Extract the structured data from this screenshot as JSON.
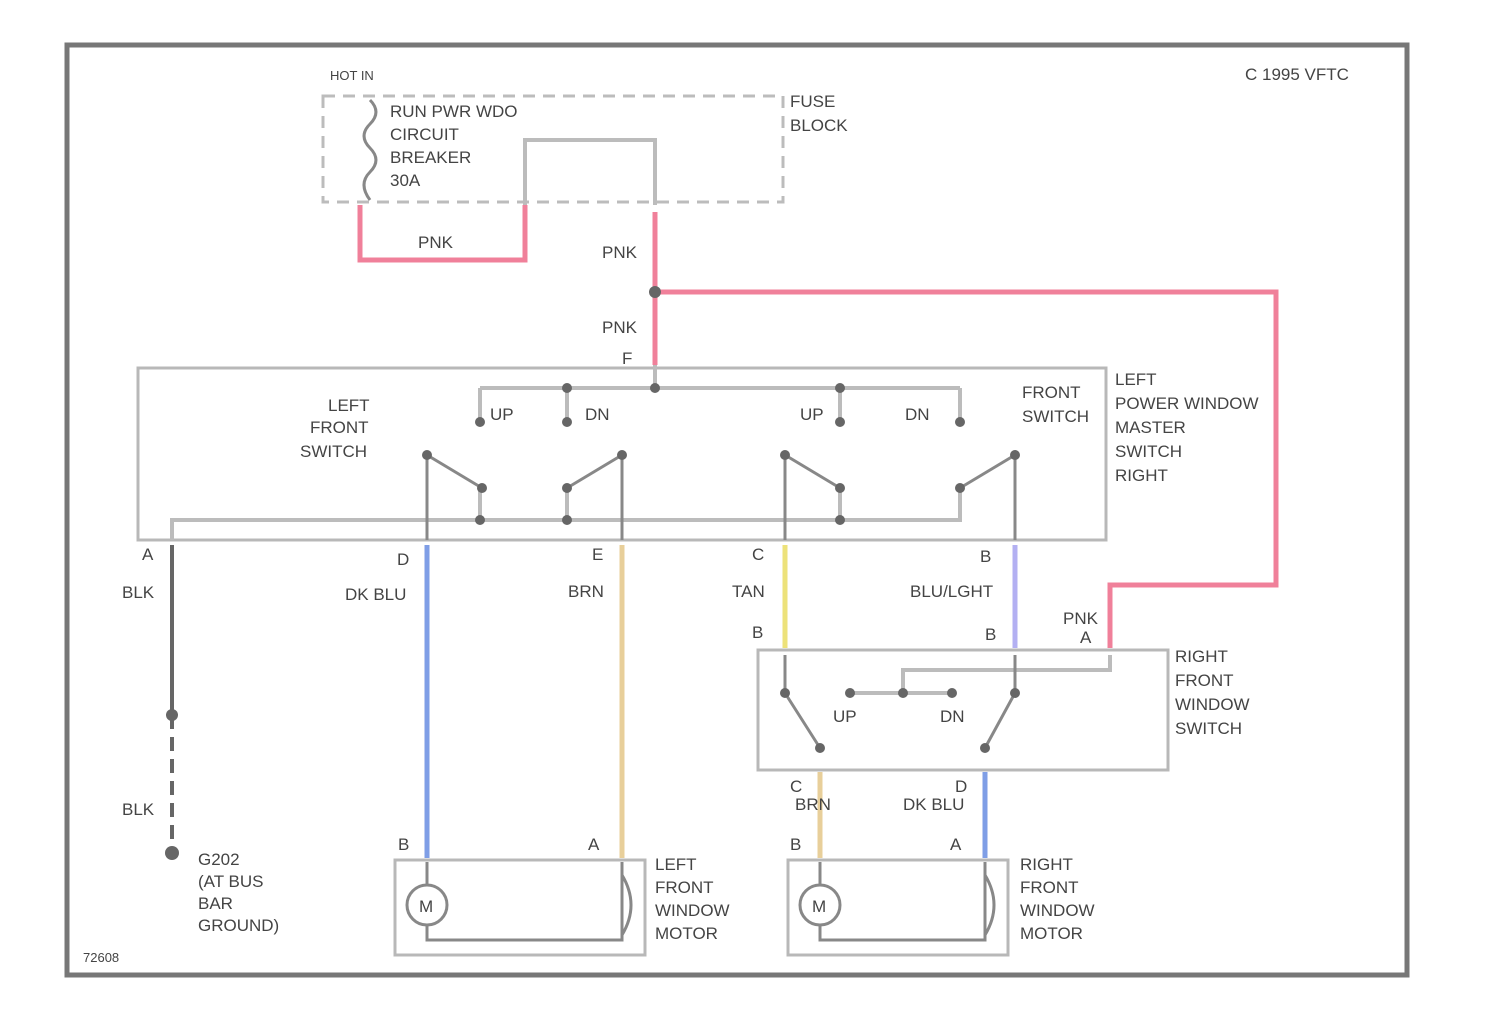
{
  "header": {
    "hot_in": "HOT IN",
    "copyright": "C 1995 VFTC"
  },
  "fuse_block": {
    "breaker_lines": [
      "RUN PWR WDO",
      "CIRCUIT",
      "BREAKER",
      "30A"
    ],
    "block_lines": [
      "FUSE",
      "BLOCK"
    ]
  },
  "wires": {
    "pnk": "PNK",
    "blk": "BLK",
    "dk_blu": "DK BLU",
    "brn": "BRN",
    "tan": "TAN",
    "blu_lght": "BLU/LGHT"
  },
  "master_switch": {
    "name_lines": [
      "LEFT",
      "POWER WINDOW",
      "MASTER",
      "SWITCH",
      "RIGHT"
    ],
    "left_front_lines": [
      "LEFT",
      "FRONT",
      "SWITCH"
    ],
    "right_front_lines": [
      "FRONT",
      "SWITCH"
    ],
    "up": "UP",
    "dn": "DN"
  },
  "right_switch": {
    "name_lines": [
      "RIGHT",
      "FRONT",
      "WINDOW",
      "SWITCH"
    ],
    "up": "UP",
    "dn": "DN"
  },
  "pins": {
    "f": "F",
    "a": "A",
    "d": "D",
    "e": "E",
    "c": "C",
    "b": "B",
    "rs_b1": "B",
    "rs_b2": "B",
    "rs_a": "A",
    "rs_c": "C",
    "rs_d": "D",
    "lm_b": "B",
    "lm_a": "A",
    "rm_b": "B",
    "rm_a": "A"
  },
  "ground": {
    "lines": [
      "G202",
      "(AT BUS",
      "BAR",
      "GROUND)"
    ]
  },
  "left_motor": {
    "m": "M",
    "name_lines": [
      "LEFT",
      "FRONT",
      "WINDOW",
      "MOTOR"
    ]
  },
  "right_motor": {
    "m": "M",
    "name_lines": [
      "RIGHT",
      "FRONT",
      "WINDOW",
      "MOTOR"
    ]
  },
  "footer": {
    "code": "72608"
  },
  "colors": {
    "pink": "#f0809a",
    "dk_blu": "#7f9ee6",
    "brn": "#e8cf9a",
    "tan": "#ede27a",
    "blu_lght": "#b3b0f2",
    "blk": "#666666"
  }
}
